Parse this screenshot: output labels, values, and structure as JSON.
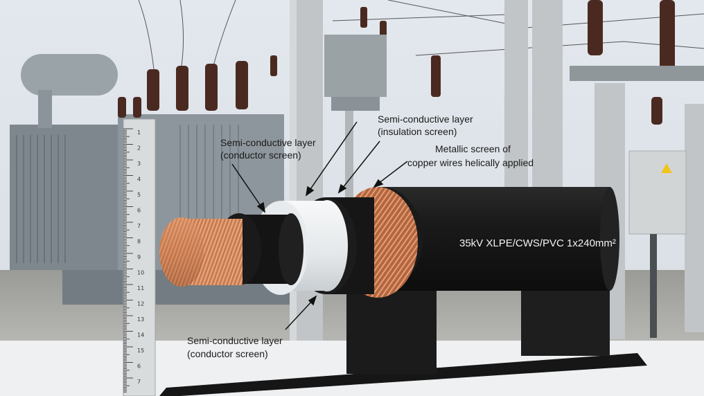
{
  "annotations": {
    "conductor_screen_top": {
      "line1": "Semi-conductive layer",
      "line2": "(conductor screen)"
    },
    "insulation_screen": {
      "line1": "Semi-conductive layer",
      "line2": "(insulation screen)"
    },
    "metallic_screen": {
      "line1": "Metallic screen of",
      "line2": "copper wires helically applied"
    },
    "conductor_screen_bottom": {
      "line1": "Semi-conductive layer",
      "line2": "(conductor screen)"
    }
  },
  "cable_marking": "35kV XLPE/CWS/PVC 1x240mm²",
  "ruler_numbers": [
    "1",
    "2",
    "3",
    "4",
    "5",
    "6",
    "7",
    "8",
    "9",
    "10",
    "11",
    "12",
    "13",
    "14",
    "15",
    "6",
    "7"
  ],
  "ruler_highlight_index": 9,
  "colors": {
    "sky": "#dfe4ea",
    "transformer": "#8d979d",
    "copper": "#c9784e",
    "black_layer": "#141414",
    "insulation": "#eceff1",
    "sheath": "#1b1b1b",
    "ruler_red": "#c0392b"
  }
}
